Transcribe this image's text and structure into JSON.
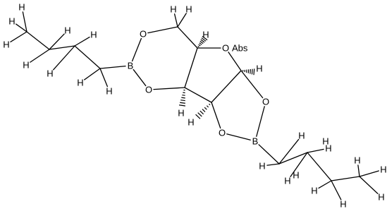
{
  "molecule": {
    "atoms": [
      {
        "id": "Ob1",
        "symbol": "O"
      },
      {
        "id": "B1",
        "symbol": "B"
      },
      {
        "id": "Ob2",
        "symbol": "O"
      },
      {
        "id": "O3",
        "symbol": "O"
      },
      {
        "id": "Od1",
        "symbol": "O"
      },
      {
        "id": "Od2",
        "symbol": "O"
      },
      {
        "id": "B2",
        "symbol": "B"
      }
    ],
    "hydrogens": [
      {
        "id": "H1",
        "symbol": "H"
      },
      {
        "id": "H2",
        "symbol": "H"
      },
      {
        "id": "H3",
        "symbol": "H"
      },
      {
        "id": "H4",
        "symbol": "H"
      },
      {
        "id": "H5",
        "symbol": "H"
      },
      {
        "id": "H6",
        "symbol": "H"
      },
      {
        "id": "H7",
        "symbol": "H"
      },
      {
        "id": "H8",
        "symbol": "H"
      },
      {
        "id": "H9",
        "symbol": "H"
      },
      {
        "id": "H10",
        "symbol": "H"
      },
      {
        "id": "H11",
        "symbol": "H"
      },
      {
        "id": "H12",
        "symbol": "H"
      },
      {
        "id": "H13",
        "symbol": "H"
      },
      {
        "id": "H14",
        "symbol": "H"
      },
      {
        "id": "H15",
        "symbol": "H"
      },
      {
        "id": "H16",
        "symbol": "H"
      },
      {
        "id": "H17",
        "symbol": "H"
      },
      {
        "id": "H18",
        "symbol": "H"
      },
      {
        "id": "H19",
        "symbol": "H"
      },
      {
        "id": "H20",
        "symbol": "H"
      },
      {
        "id": "H21",
        "symbol": "H"
      },
      {
        "id": "H22",
        "symbol": "H"
      },
      {
        "id": "H23",
        "symbol": "H"
      },
      {
        "id": "H24",
        "symbol": "H"
      },
      {
        "id": "H25",
        "symbol": "H"
      },
      {
        "id": "H26",
        "symbol": "H"
      }
    ],
    "annotation": "Abs"
  }
}
